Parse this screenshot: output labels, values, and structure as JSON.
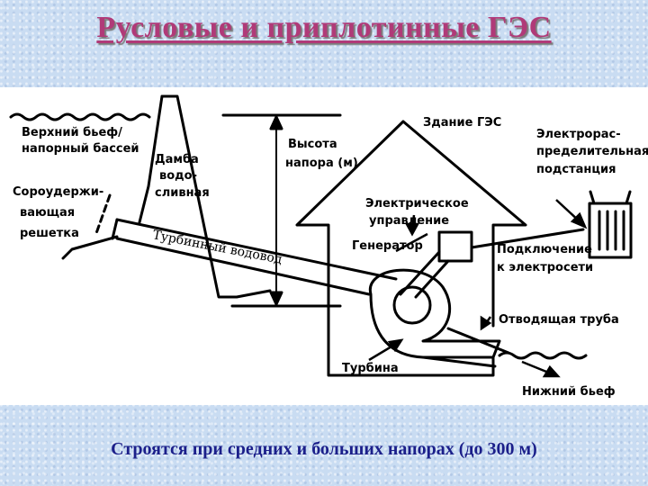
{
  "title": "Русловые и приплотинные ГЭС",
  "caption": "Строятся при средних и больших напорах (до 300 м)",
  "diagram": {
    "upper_pool": [
      "Верхний бьеф/",
      "напорный бассей"
    ],
    "trash_rack": [
      "Сороудержи-",
      "вающая",
      "решетка"
    ],
    "dam": [
      "Дамба",
      "водо-",
      "сливная"
    ],
    "head": [
      "Высота",
      "напора (м)"
    ],
    "penstock": "Турбинный водовод",
    "powerhouse": "Здание ГЭС",
    "substation": [
      "Электрорас-",
      "пределительная",
      "подстанция"
    ],
    "control": [
      "Электрическое",
      "управление"
    ],
    "generator": "Генератор",
    "grid": [
      "Подключение",
      "к электросети"
    ],
    "outlet": "Отводящая труба",
    "turbine": "Турбина",
    "lower_pool": "Нижний бьеф"
  }
}
